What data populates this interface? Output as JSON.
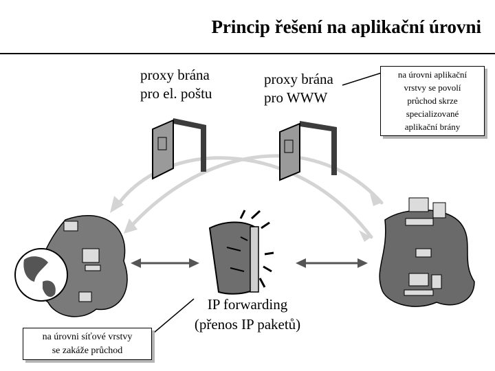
{
  "title": "Princip řešení na aplikační úrovni",
  "proxy_mail": {
    "line1": "proxy brána",
    "line2": "pro el. poštu"
  },
  "proxy_www": {
    "line1": "proxy brána",
    "line2": "pro WWW"
  },
  "ip_forwarding": {
    "line1": "IP forwarding",
    "line2": "(přenos IP paketů)"
  },
  "note_application": [
    "na úrovni aplikační",
    "vrstvy se povolí",
    "průchod skrze",
    "specializované",
    "aplikační brány"
  ],
  "note_network": [
    "na úrovni síťové vrstvy",
    "se zakáže průchod"
  ],
  "icons": [
    "globe-network-icon",
    "door-icon",
    "door-icon",
    "firewall-barrier-icon",
    "local-network-icon"
  ],
  "colors": {
    "dark": "#3c3c3c",
    "mid": "#8c8c8c",
    "light": "#c8c8c8",
    "arc": "#d2d2d2"
  }
}
